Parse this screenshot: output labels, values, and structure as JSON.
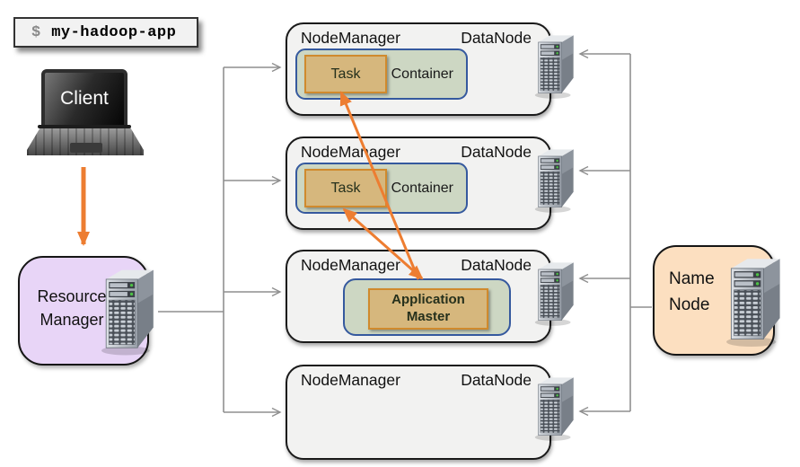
{
  "terminal": {
    "prompt": "$",
    "command": "my-hadoop-app"
  },
  "client": {
    "label": "Client"
  },
  "resource_manager": {
    "label": "Resource Manager"
  },
  "name_node": {
    "label": "Name Node"
  },
  "node_managers": [
    {
      "title": "NodeManager",
      "datanode_label": "DataNode",
      "container": {
        "label": "Container",
        "task_label": "Task"
      }
    },
    {
      "title": "NodeManager",
      "datanode_label": "DataNode",
      "container": {
        "label": "Container",
        "task_label": "Task"
      }
    },
    {
      "title": "NodeManager",
      "datanode_label": "DataNode",
      "application_master_label": "Application Master"
    },
    {
      "title": "NodeManager",
      "datanode_label": "DataNode"
    }
  ],
  "icons": {
    "client": "laptop-icon",
    "resource_manager": "server-tower-icon",
    "name_node": "server-tower-icon",
    "datanode": "server-tower-icon"
  },
  "connections": {
    "client_to_resource_manager": "orange-arrow",
    "resource_manager_to_nodemanagers": "gray-bus-arrows",
    "application_master_to_tasks": "orange-arrows",
    "datanodes_to_namenode": "gray-bus-arrows"
  },
  "colors": {
    "resource_manager_fill": "#e8d5f7",
    "name_node_fill": "#fcdfc0",
    "node_manager_fill": "#f2f2f1",
    "container_fill": "#cdd7c3",
    "container_border": "#35599e",
    "task_fill": "#d6b77d",
    "task_border": "#d08a2d",
    "arrow_orange": "#ed7d31",
    "connector_gray": "#8f8f8f",
    "terminal_fill": "#f2f2f2",
    "terminal_border": "#333333"
  }
}
